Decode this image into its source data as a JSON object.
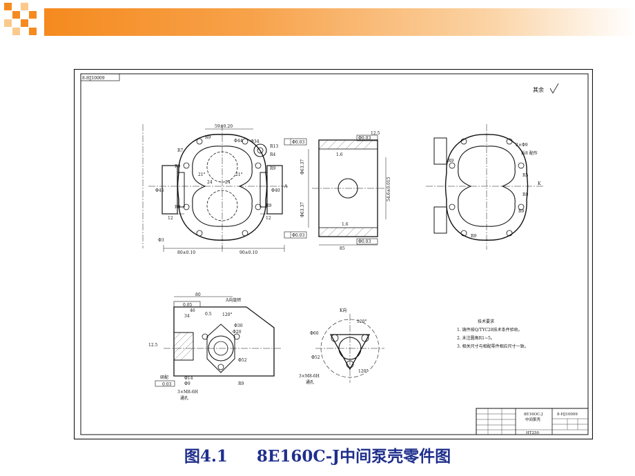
{
  "drawing": {
    "code_top": "8-HJ10009",
    "roughness_note": "其余",
    "views": {
      "front": {
        "dims": [
          "59±0.20",
          "R9",
          "R7",
          "R9",
          "Φ44",
          "Φ34",
          "R13",
          "R4",
          "R9",
          "Φ45",
          "Φ40",
          "21°",
          "24",
          "24",
          "21°",
          "R9",
          "12",
          "12",
          "R9",
          "Φ3",
          "A",
          "80±0.10",
          "90±0.10"
        ],
        "gdt": [
          "Φ0.03",
          "Φ0.03"
        ]
      },
      "side": {
        "dims": [
          "12.5",
          "Φ63.37",
          "Φ63.37",
          "54.6±0.015",
          "85",
          "1.6",
          "1.6"
        ],
        "gdt": [
          "Φ0.03",
          "Φ0.03"
        ]
      },
      "right": {
        "dims": [
          "2×Φ9",
          "拆8 配作",
          "R9",
          "R5",
          "R9",
          "R9",
          "R9",
          "K"
        ]
      },
      "section_a": {
        "label": "A向旋转",
        "dims": [
          "80",
          "46",
          "34",
          "0.5",
          "120°",
          "Φ30",
          "Φ20",
          "Φ52",
          "12.5",
          "Φ14",
          "Φ9",
          "R9",
          "3×M8-6H",
          "通孔",
          "研配"
        ],
        "gdt": [
          "0.05",
          "0.03"
        ]
      },
      "view_k": {
        "label": "K向",
        "dims": [
          "120°",
          "Φ60",
          "Φ52",
          "3×M8-6H",
          "通孔",
          "120°"
        ]
      }
    },
    "tech": {
      "title": "技术要求",
      "items": [
        "1. 铸件按Q/TYC28技术条件验收。",
        "2. 未注圆角R1~5。",
        "3. 相关尺寸与相配零件相应尺寸一致。"
      ]
    },
    "title_block": {
      "part": "8E16OC-J",
      "name": "中间泵壳",
      "code": "8-HJ10009",
      "material": "HT250"
    }
  },
  "caption": {
    "figure": "图4.1",
    "title": "8E160C-J中间泵壳零件图"
  }
}
